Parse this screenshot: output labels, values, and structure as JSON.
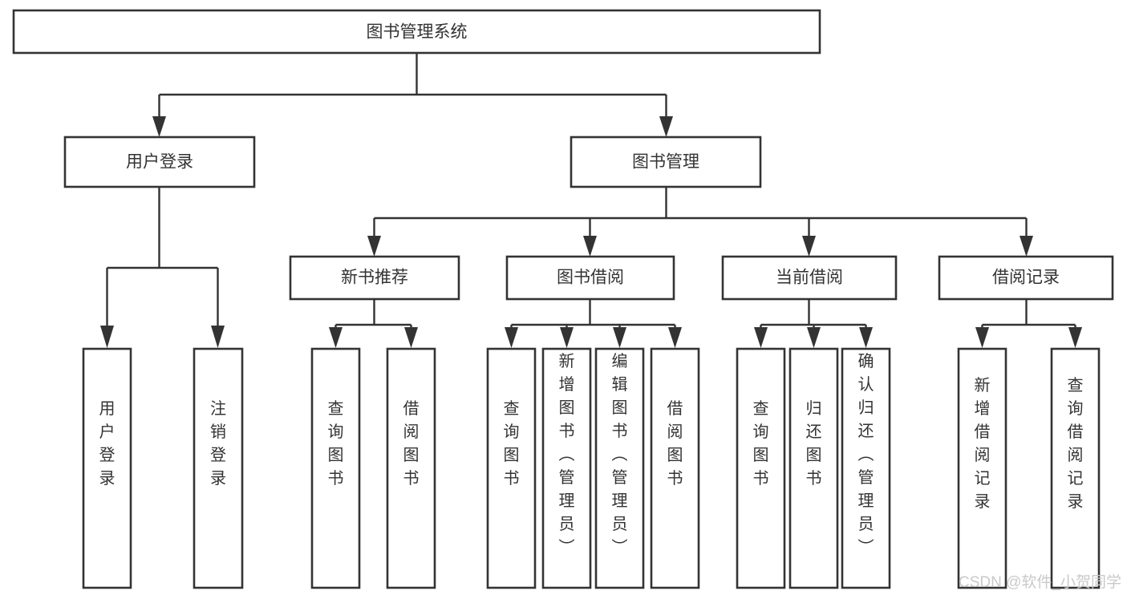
{
  "diagram": {
    "type": "tree",
    "title": "图书管理系统",
    "orientation": "top-down",
    "edge_style": "orthogonal-arrow",
    "colors": {
      "stroke": "#333333",
      "fill": "#ffffff",
      "background": "#ffffff",
      "watermark": "#c9c9c9"
    }
  },
  "root": {
    "label": "图书管理系统"
  },
  "level2": [
    {
      "label": "用户登录"
    },
    {
      "label": "图书管理"
    }
  ],
  "level3": [
    {
      "label": "新书推荐"
    },
    {
      "label": "图书借阅"
    },
    {
      "label": "当前借阅"
    },
    {
      "label": "借阅记录"
    }
  ],
  "leaves": {
    "user_login": [
      {
        "label": "用户登录"
      },
      {
        "label": "注销登录"
      }
    ],
    "new_book_recommend": [
      {
        "label": "查询图书"
      },
      {
        "label": "借阅图书"
      }
    ],
    "book_borrow": [
      {
        "label": "查询图书"
      },
      {
        "label": "新增图书（管理员）"
      },
      {
        "label": "编辑图书（管理员）"
      },
      {
        "label": "借阅图书"
      }
    ],
    "current_borrow": [
      {
        "label": "查询图书"
      },
      {
        "label": "归还图书"
      },
      {
        "label": "确认归还（管理员）"
      }
    ],
    "borrow_record": [
      {
        "label": "新增借阅记录"
      },
      {
        "label": "查询借阅记录"
      }
    ]
  },
  "watermark": {
    "text": "CSDN @软件_小贺同学"
  }
}
